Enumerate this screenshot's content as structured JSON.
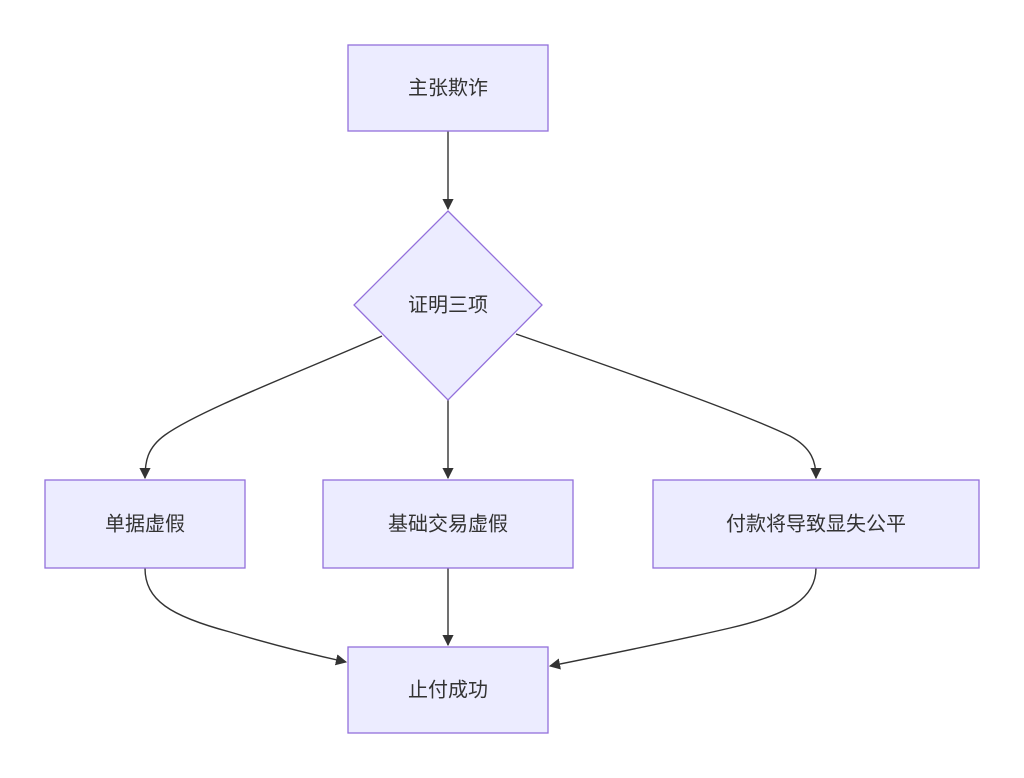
{
  "diagram": {
    "type": "flowchart",
    "direction": "top-down",
    "colors": {
      "node_fill": "#ECECFF",
      "node_stroke": "#9370DB",
      "edge": "#333333",
      "text": "#333333",
      "background": "#FFFFFF"
    },
    "nodes": [
      {
        "id": "claim",
        "label": "主张欺诈",
        "shape": "rect"
      },
      {
        "id": "prove",
        "label": "证明三项",
        "shape": "diamond"
      },
      {
        "id": "docs",
        "label": "单据虚假",
        "shape": "rect"
      },
      {
        "id": "basis",
        "label": "基础交易虚假",
        "shape": "rect"
      },
      {
        "id": "unfair",
        "label": "付款将导致显失公平",
        "shape": "rect"
      },
      {
        "id": "stop",
        "label": "止付成功",
        "shape": "rect"
      }
    ],
    "edges": [
      {
        "from": "claim",
        "to": "prove"
      },
      {
        "from": "prove",
        "to": "docs"
      },
      {
        "from": "prove",
        "to": "basis"
      },
      {
        "from": "prove",
        "to": "unfair"
      },
      {
        "from": "docs",
        "to": "stop"
      },
      {
        "from": "basis",
        "to": "stop"
      },
      {
        "from": "unfair",
        "to": "stop"
      }
    ]
  }
}
